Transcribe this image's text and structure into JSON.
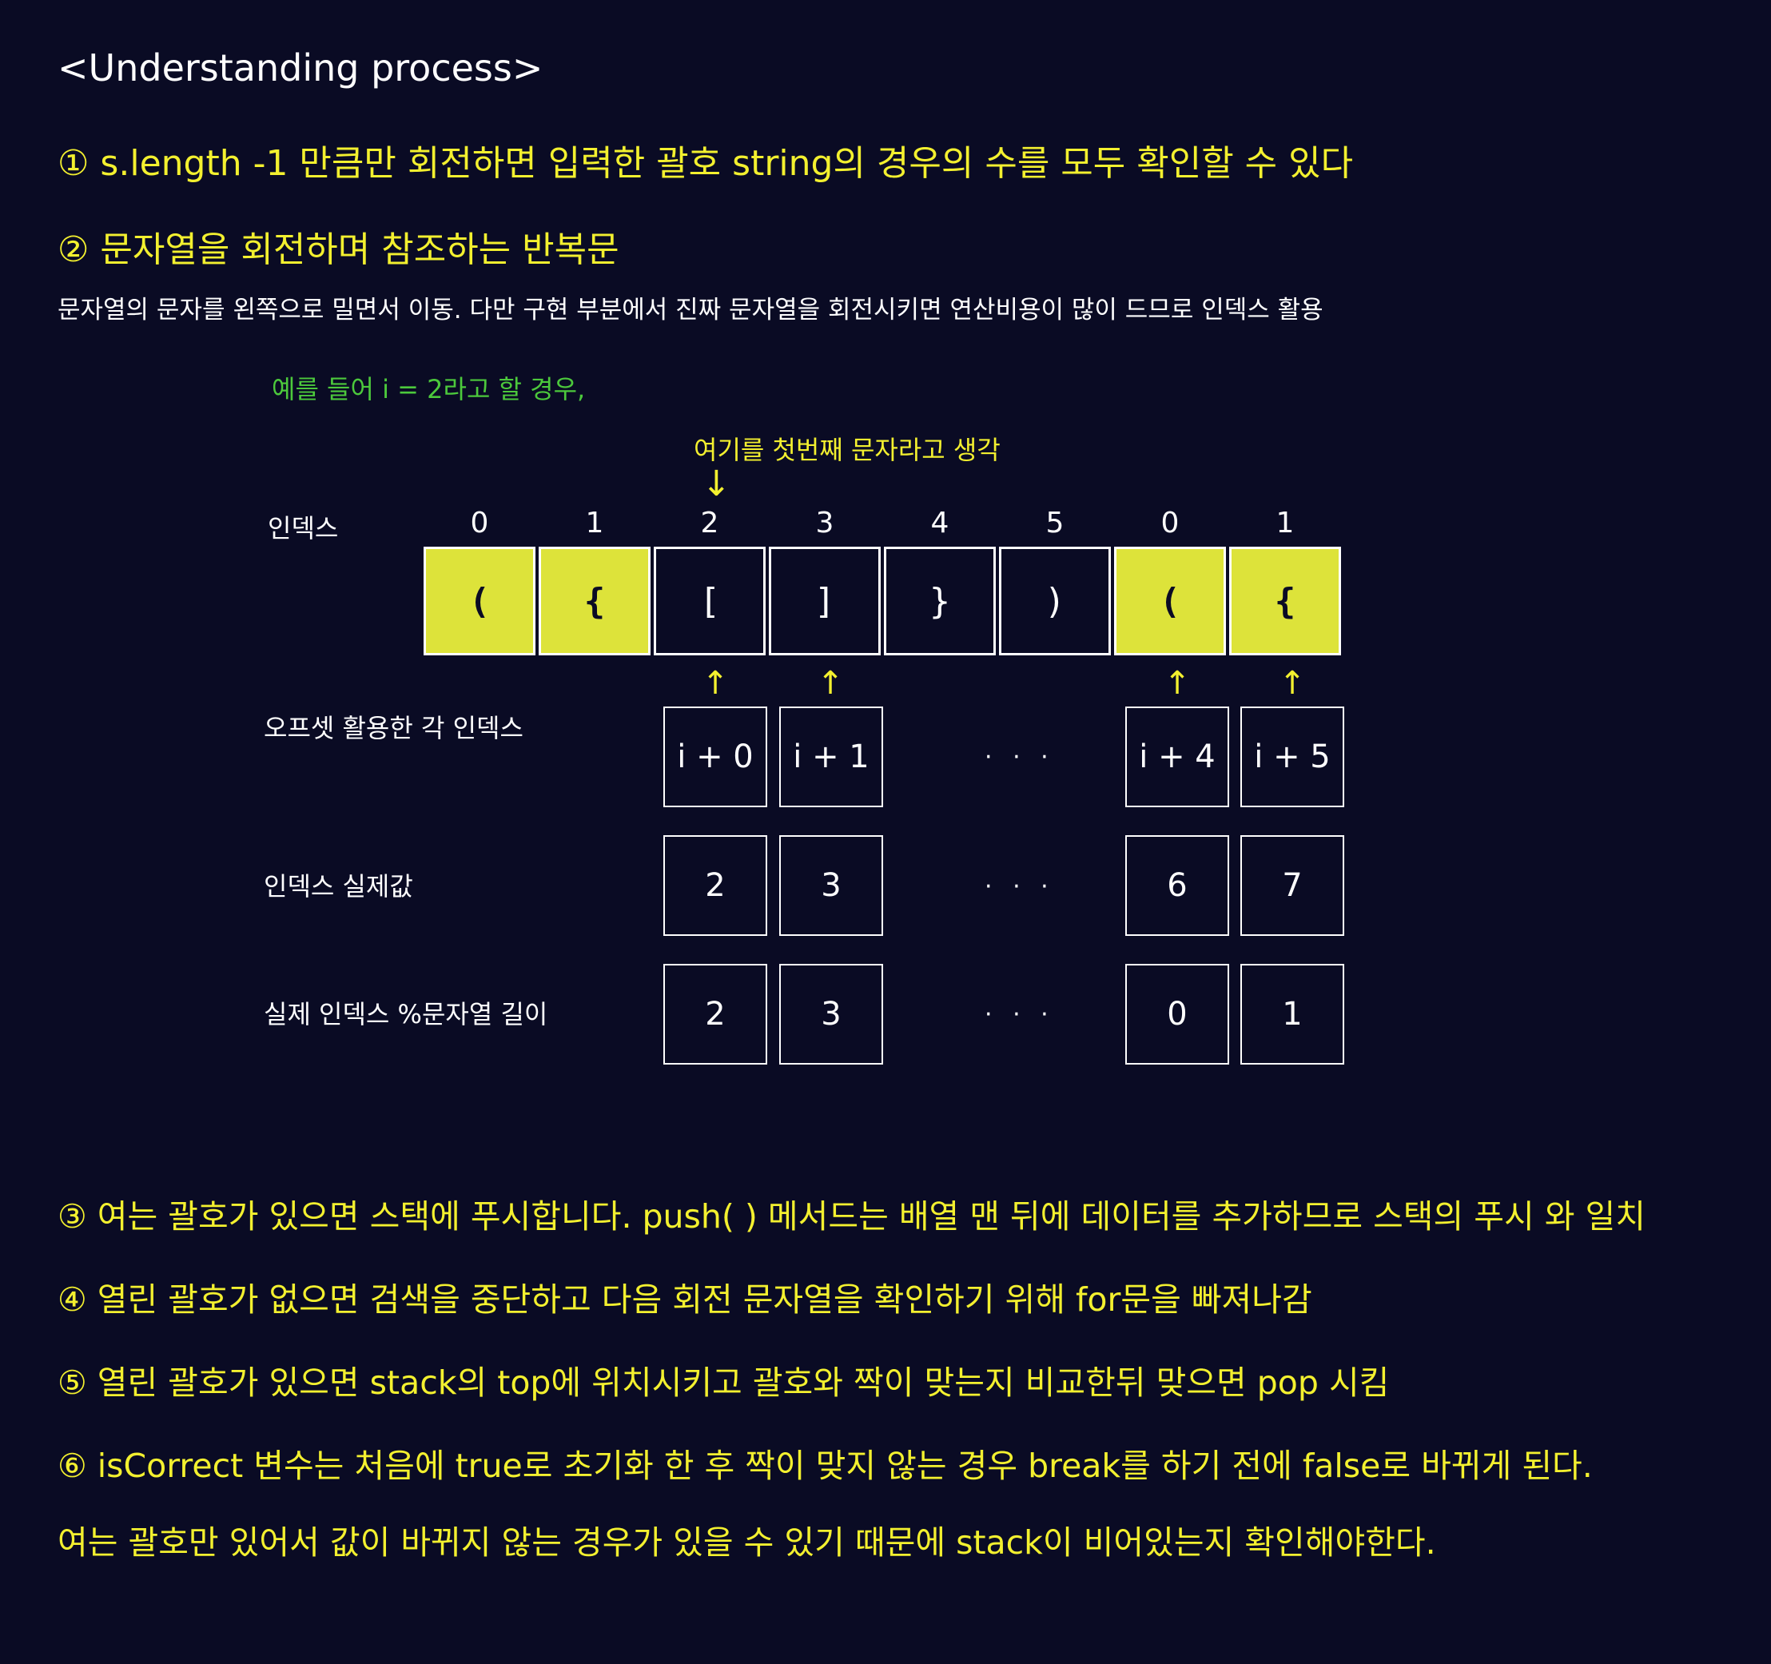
{
  "title": "<Understanding process>",
  "steps": {
    "s1": "① s.length -1 만큼만 회전하면 입력한 괄호 string의 경우의 수를 모두 확인할 수 있다",
    "s2": "② 문자열을 회전하며 참조하는 반복문",
    "s2_note": "문자열의 문자를 왼쪽으로 밀면서 이동. 다만 구현 부분에서 진짜 문자열을 회전시키면 연산비용이 많이 드므로 인덱스 활용",
    "s3": "③ 여는 괄호가 있으면 스택에 푸시합니다. push( ) 메서드는 배열 맨 뒤에 데이터를 추가하므로 스택의 푸시 와 일치",
    "s4": "④ 열린 괄호가 없으면 검색을 중단하고 다음 회전 문자열을 확인하기 위해 for문을 빠져나감",
    "s5": "⑤ 열린 괄호가 있으면 stack의 top에 위치시키고 괄호와 짝이 맞는지 비교한뒤 맞으면 pop 시킴",
    "s6": "⑥ isCorrect 변수는 처음에 true로 초기화 한 후 짝이 맞지 않는 경우 break를 하기 전에 false로 바뀌게 된다.",
    "s6_cont": "여는 괄호만 있어서 값이 바뀌지 않는 경우가 있을 수 있기 때문에 stack이 비어있는지 확인해야한다."
  },
  "diagram": {
    "example": "예를 들어 i = 2라고 할 경우,",
    "first_char_label": "여기를 첫번째 문자라고 생각",
    "down_arrow": "↓",
    "up_arrow": "↑",
    "dots": "· · ·",
    "labels": {
      "index": "인덱스",
      "offset": "오프셋 활용한 각 인덱스",
      "actual": "인덱스 실제값",
      "mod": "실제 인덱스 %문자열 길이"
    },
    "index_numbers": [
      "0",
      "1",
      "2",
      "3",
      "4",
      "5",
      "0",
      "1"
    ],
    "cells": [
      "(",
      "{",
      "[",
      "]",
      "}",
      ")",
      "(",
      "{"
    ],
    "highlighted": [
      true,
      true,
      false,
      false,
      false,
      false,
      true,
      true
    ],
    "offsets": [
      "i + 0",
      "i + 1",
      "i + 4",
      "i + 5"
    ],
    "actual_values": [
      "2",
      "3",
      "6",
      "7"
    ],
    "mod_values": [
      "2",
      "3",
      "0",
      "1"
    ]
  },
  "colors": {
    "background": "#0a0b24",
    "highlight_text": "#f3f02f",
    "example_text": "#4cc93c",
    "cell_highlight": "#dde33a"
  }
}
